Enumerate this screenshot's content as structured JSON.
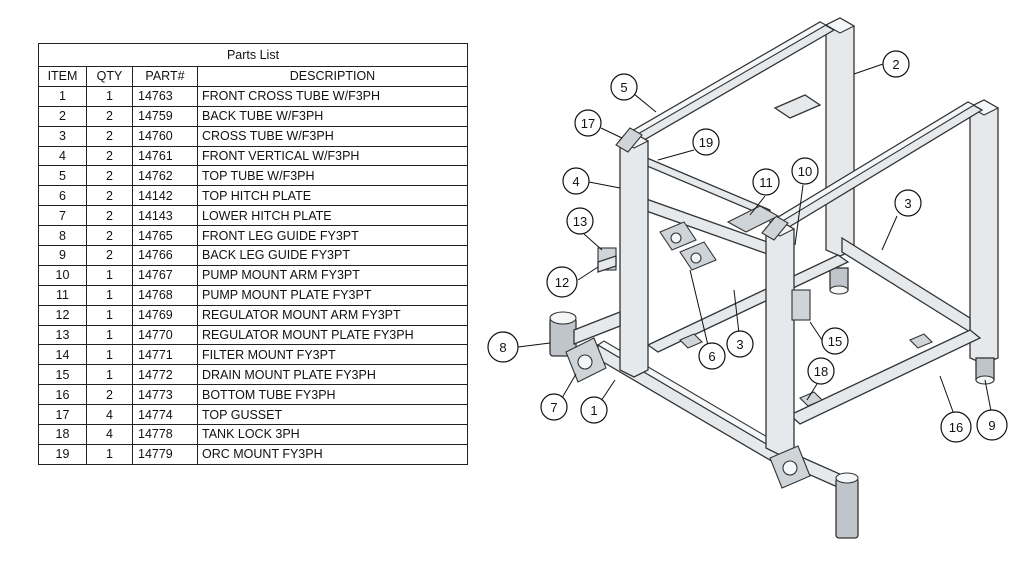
{
  "parts_list": {
    "title": "Parts List",
    "headers": [
      "ITEM",
      "QTY",
      "PART#",
      "DESCRIPTION"
    ],
    "rows": [
      {
        "item": "1",
        "qty": "1",
        "part": "14763",
        "desc": "FRONT CROSS TUBE W/F3PH"
      },
      {
        "item": "2",
        "qty": "2",
        "part": "14759",
        "desc": "BACK TUBE W/F3PH"
      },
      {
        "item": "3",
        "qty": "2",
        "part": "14760",
        "desc": "CROSS TUBE W/F3PH"
      },
      {
        "item": "4",
        "qty": "2",
        "part": "14761",
        "desc": "FRONT VERTICAL W/F3PH"
      },
      {
        "item": "5",
        "qty": "2",
        "part": "14762",
        "desc": "TOP TUBE W/F3PH"
      },
      {
        "item": "6",
        "qty": "2",
        "part": "14142",
        "desc": "TOP HITCH PLATE"
      },
      {
        "item": "7",
        "qty": "2",
        "part": "14143",
        "desc": "LOWER HITCH PLATE"
      },
      {
        "item": "8",
        "qty": "2",
        "part": "14765",
        "desc": "FRONT LEG GUIDE FY3PT"
      },
      {
        "item": "9",
        "qty": "2",
        "part": "14766",
        "desc": "BACK LEG GUIDE FY3PT"
      },
      {
        "item": "10",
        "qty": "1",
        "part": "14767",
        "desc": "PUMP MOUNT ARM FY3PT"
      },
      {
        "item": "11",
        "qty": "1",
        "part": "14768",
        "desc": "PUMP MOUNT PLATE FY3PT"
      },
      {
        "item": "12",
        "qty": "1",
        "part": "14769",
        "desc": "REGULATOR MOUNT ARM FY3PT"
      },
      {
        "item": "13",
        "qty": "1",
        "part": "14770",
        "desc": "REGULATOR MOUNT PLATE FY3PH"
      },
      {
        "item": "14",
        "qty": "1",
        "part": "14771",
        "desc": "FILTER MOUNT FY3PT"
      },
      {
        "item": "15",
        "qty": "1",
        "part": "14772",
        "desc": "DRAIN MOUNT PLATE FY3PH"
      },
      {
        "item": "16",
        "qty": "2",
        "part": "14773",
        "desc": "BOTTOM TUBE FY3PH"
      },
      {
        "item": "17",
        "qty": "4",
        "part": "14774",
        "desc": "TOP GUSSET"
      },
      {
        "item": "18",
        "qty": "4",
        "part": "14778",
        "desc": "TANK LOCK 3PH"
      },
      {
        "item": "19",
        "qty": "1",
        "part": "14779",
        "desc": "ORC MOUNT FY3PH"
      }
    ]
  },
  "diagram": {
    "balloons": [
      {
        "id": "b2",
        "label": "2"
      },
      {
        "id": "b5",
        "label": "5"
      },
      {
        "id": "b17",
        "label": "17"
      },
      {
        "id": "b19",
        "label": "19"
      },
      {
        "id": "b4",
        "label": "4"
      },
      {
        "id": "b11",
        "label": "11"
      },
      {
        "id": "b10",
        "label": "10"
      },
      {
        "id": "b3a",
        "label": "3"
      },
      {
        "id": "b13",
        "label": "13"
      },
      {
        "id": "b12",
        "label": "12"
      },
      {
        "id": "b8",
        "label": "8"
      },
      {
        "id": "b6",
        "label": "6"
      },
      {
        "id": "b3b",
        "label": "3"
      },
      {
        "id": "b15",
        "label": "15"
      },
      {
        "id": "b18",
        "label": "18"
      },
      {
        "id": "b7",
        "label": "7"
      },
      {
        "id": "b1",
        "label": "1"
      },
      {
        "id": "b16",
        "label": "16"
      },
      {
        "id": "b9",
        "label": "9"
      }
    ]
  }
}
